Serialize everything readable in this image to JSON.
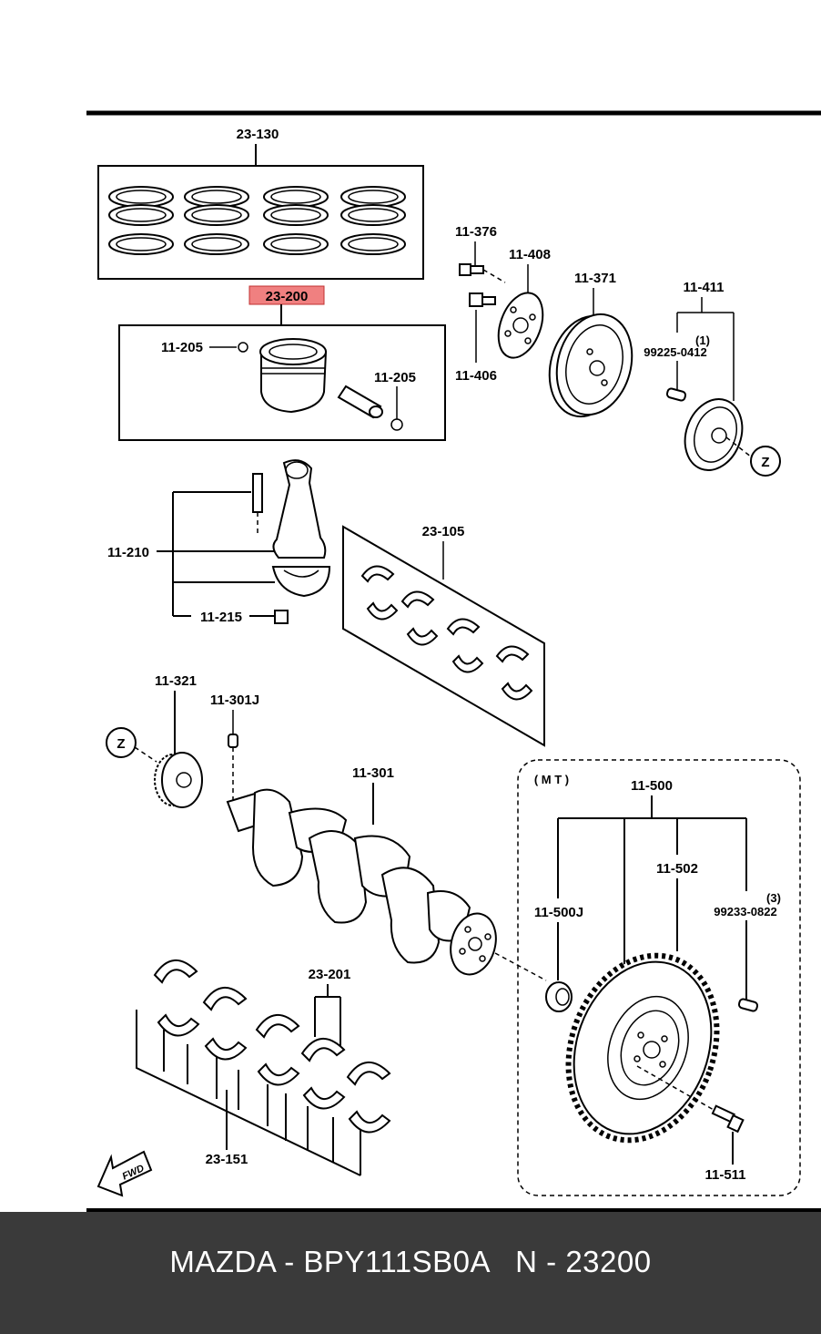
{
  "labels": {
    "piston_ring_set": "23-130",
    "piston_assembly": "23-200",
    "piston_pin_clip_left": "11-205",
    "piston_pin_clip_right": "11-205",
    "pulley_bolt": "11-376",
    "pulley_plate": "11-408",
    "pulley_bolt_lower": "11-406",
    "crank_pulley": "11-371",
    "pulley_hub_group": "11-411",
    "pulley_pin_qty": "(1)",
    "pulley_pin": "99225-0412",
    "ref_marker": "Z",
    "connecting_rod": "11-210",
    "rod_nut": "11-215",
    "main_bearing_set": "23-105",
    "timing_sprocket": "11-321",
    "crank_key": "11-301J",
    "crankshaft": "11-301",
    "mt_note": "( M T )",
    "flywheel_group": "11-500",
    "flywheel": "11-502",
    "pilot_bearing": "11-500J",
    "dowel_qty": "(3)",
    "dowel_pin": "99233-0822",
    "rod_bearing_set": "23-201",
    "crank_bearing_set": "23-151",
    "flywheel_bolt": "11-511",
    "fwd_arrow": "FWD"
  },
  "highlight_color": "#f08080",
  "footer": {
    "text": "MAZDA - BPY111SB0A   N - 23200"
  }
}
